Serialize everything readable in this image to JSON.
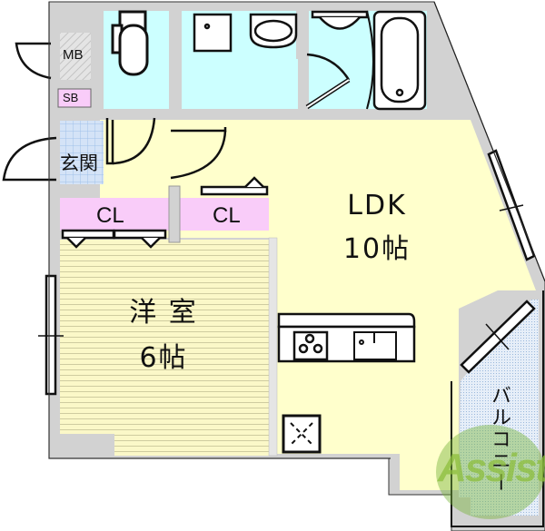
{
  "floorplan": {
    "rooms": {
      "ldk": {
        "name": "LDK",
        "size": "10帖"
      },
      "western_room": {
        "name": "洋 室",
        "size": "6帖"
      },
      "entrance": {
        "name": "玄関"
      },
      "balcony": {
        "name": "バルコニー"
      },
      "closet_left": {
        "name": "CL"
      },
      "closet_right": {
        "name": "CL"
      },
      "meter_box": {
        "name": "MB"
      },
      "shoe_box": {
        "name": "SB"
      }
    },
    "colors": {
      "wall": "#d4d4d4",
      "ldk_floor": "#ffffcc",
      "wet_area": "#ccffff",
      "closet": "#f9ccf9",
      "entrance_tile": "#cfe0f5",
      "balcony": "#dfe9f5",
      "western_floor": "#fbf8c8"
    },
    "watermark": {
      "text": "Assist"
    }
  }
}
